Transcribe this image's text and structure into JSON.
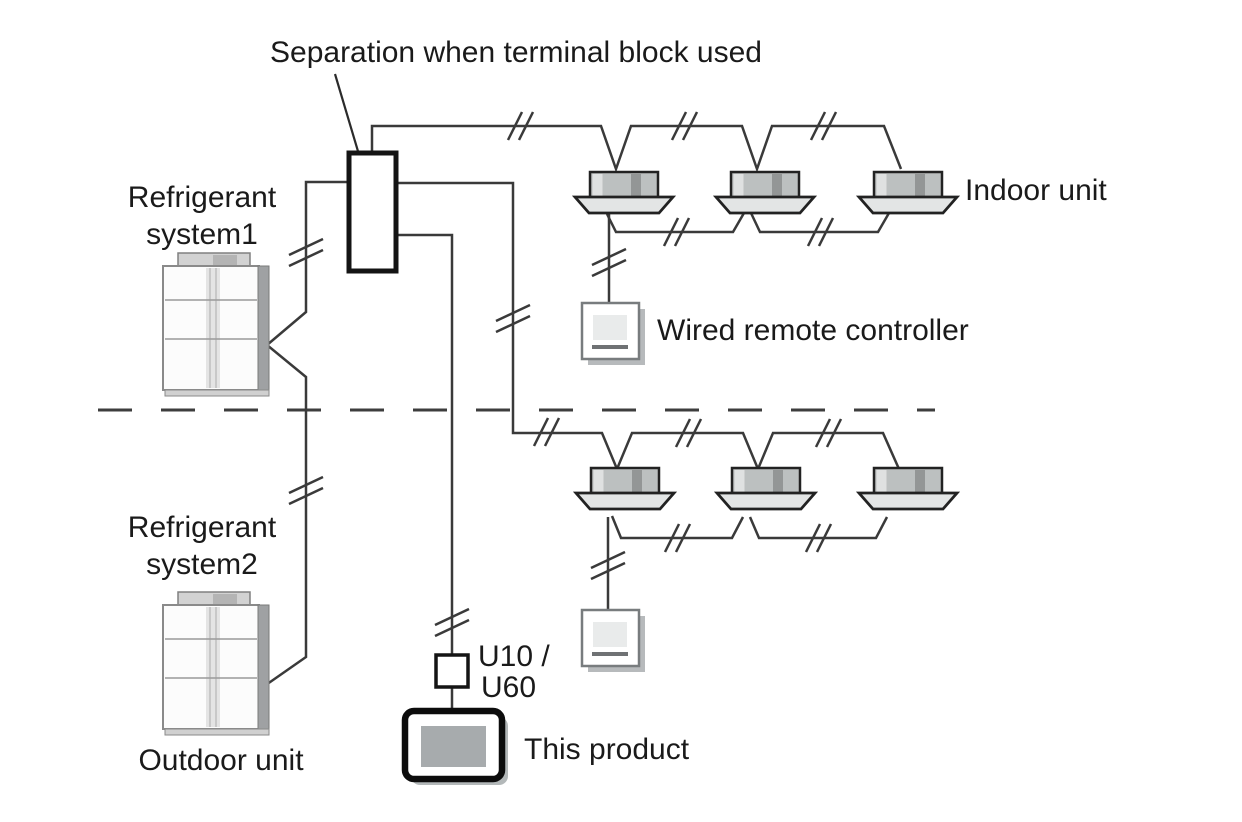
{
  "diagram": {
    "labels": {
      "separation": "Separation when terminal block used",
      "refrigerant_system1": [
        "Refrigerant",
        "system1"
      ],
      "refrigerant_system2": [
        "Refrigerant",
        "system2"
      ],
      "outdoor_unit": "Outdoor unit",
      "indoor_unit": "Indoor unit",
      "wired_remote_controller": "Wired remote controller",
      "connector": [
        "U10 /",
        "U60"
      ],
      "this_product": "This product"
    },
    "icons": {
      "terminal_block": "terminal-block-icon",
      "outdoor_unit": "outdoor-unit-icon",
      "indoor_unit": "indoor-cassette-unit-icon",
      "wired_remote_controller": "wired-remote-controller-icon",
      "u10_u60_connector": "u10-u60-connector-icon",
      "this_product": "touch-controller-product-icon",
      "wire_break": "wire-break-mark-icon"
    },
    "colors": {
      "wire": "#3a3a3a",
      "text": "#1a1a1a",
      "device_outline": "#222222",
      "product_border": "#0c0c0c",
      "cassette_top": "#bcc0c0",
      "cassette_base": "#e3e5e5",
      "remote_screen": "#e9ebeb",
      "product_screen": "#a7abad",
      "background": "#ffffff"
    }
  }
}
